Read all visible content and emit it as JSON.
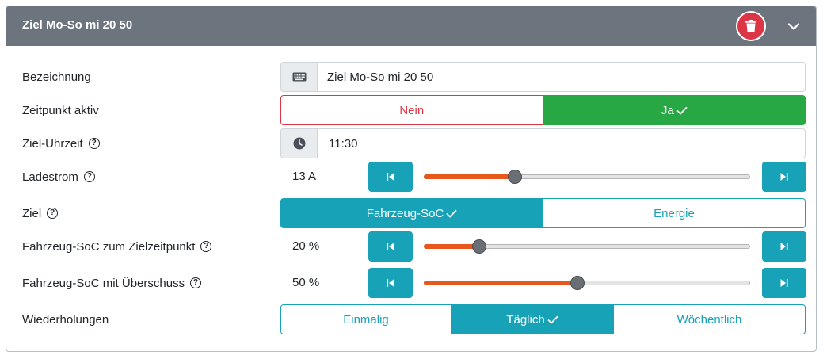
{
  "header": {
    "title": "Ziel Mo-So mi 20 50"
  },
  "colors": {
    "header_bg": "#6c757d",
    "danger": "#dc3545",
    "success": "#28a745",
    "info": "#17a2b8",
    "slider_fill": "#e8571c"
  },
  "icons": {
    "delete": "trash-icon",
    "collapse": "chevron-down-icon",
    "keyboard": "keyboard-icon",
    "clock": "clock-icon",
    "help": "question-circle-icon",
    "step_down": "skip-start-icon",
    "step_up": "skip-end-icon",
    "check": "check-icon"
  },
  "rows": {
    "bezeichnung": {
      "label": "Bezeichnung",
      "value": "Ziel Mo-So mi 20 50"
    },
    "zeitpunkt_aktiv": {
      "label": "Zeitpunkt aktiv",
      "options": [
        "Nein",
        "Ja"
      ],
      "selected": "Ja"
    },
    "ziel_uhrzeit": {
      "label": "Ziel-Uhrzeit",
      "value": "11:30"
    },
    "ladestrom": {
      "label": "Ladestrom",
      "value_text": "13 A",
      "fraction": 0.28
    },
    "ziel": {
      "label": "Ziel",
      "options": [
        "Fahrzeug-SoC",
        "Energie"
      ],
      "selected": "Fahrzeug-SoC"
    },
    "soc_zielzeitpunkt": {
      "label": "Fahrzeug-SoC zum Zielzeitpunkt",
      "value_text": "20 %",
      "fraction": 0.171
    },
    "soc_ueberschuss": {
      "label": "Fahrzeug-SoC mit Überschuss",
      "value_text": "50 %",
      "fraction": 0.47
    },
    "wiederholungen": {
      "label": "Wiederholungen",
      "options": [
        "Einmalig",
        "Täglich",
        "Wöchentlich"
      ],
      "selected": "Täglich"
    }
  }
}
